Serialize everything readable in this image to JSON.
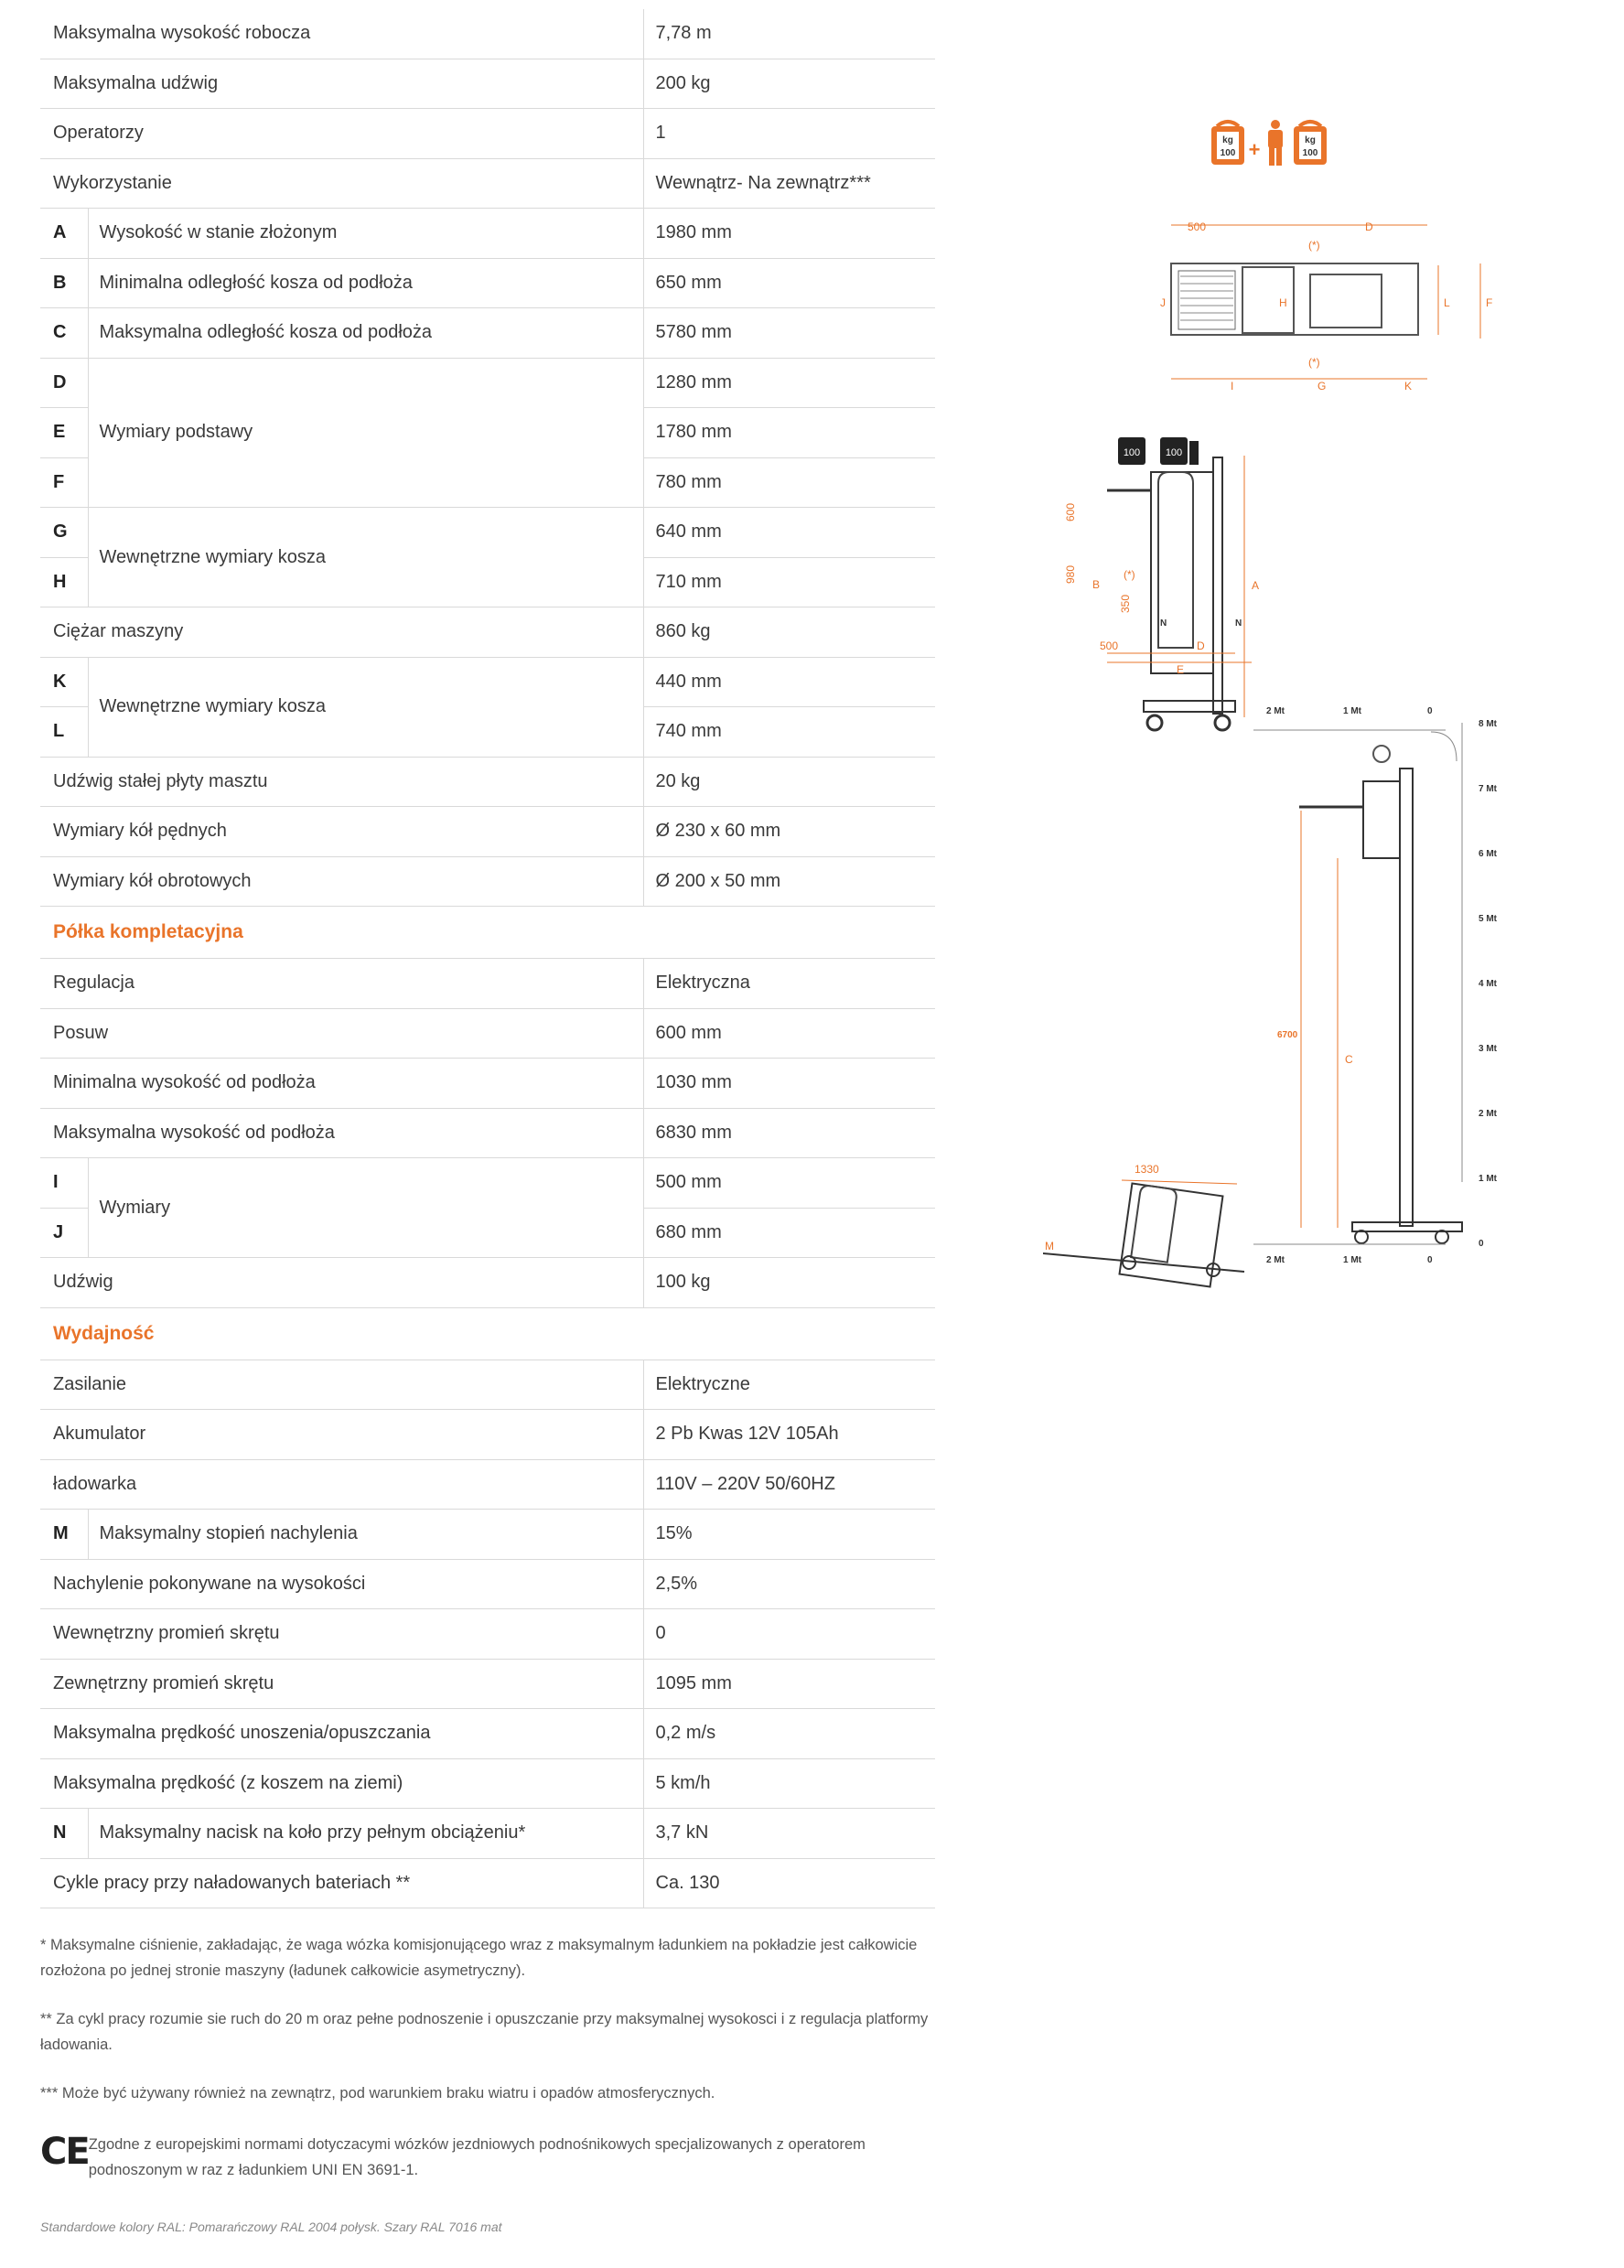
{
  "spec_rows": [
    {
      "label": "Maksymalna wysokość robocza",
      "value": "7,78 m"
    },
    {
      "label": "Maksymalna udźwig",
      "value": "200 kg"
    },
    {
      "label": "Operatorzy",
      "value": "1"
    },
    {
      "label": "Wykorzystanie",
      "value": "Wewnątrz- Na zewnątrz***"
    }
  ],
  "lettered": {
    "A": {
      "letter": "A",
      "label": "Wysokość w stanie złożonym",
      "value": "1980 mm"
    },
    "B": {
      "letter": "B",
      "label": "Minimalna odległość kosza od podłoża",
      "value": "650 mm"
    },
    "C": {
      "letter": "C",
      "label": "Maksymalna odległość kosza od podłoża",
      "value": "5780 mm"
    },
    "base": {
      "label": "Wymiary podstawy",
      "D": "D",
      "E": "E",
      "F": "F",
      "D_value": "1280 mm",
      "E_value": "1780 mm",
      "F_value": "780 mm"
    },
    "basket1": {
      "label": "Wewnętrzne wymiary kosza",
      "G": "G",
      "H": "H",
      "G_value": "640 mm",
      "H_value": "710 mm"
    },
    "weight": {
      "label": "Ciężar maszyny",
      "value": "860 kg"
    },
    "basket2": {
      "label": "Wewnętrzne wymiary kosza",
      "K": "K",
      "L": "L",
      "K_value": "440 mm",
      "L_value": "740 mm"
    },
    "mast": {
      "label": "Udźwig stałej płyty masztu",
      "value": "20 kg"
    },
    "drive_wheels": {
      "label": "Wymiary kół pędnych",
      "value": "Ø 230 x 60 mm"
    },
    "swivel_wheels": {
      "label": "Wymiary kół obrotowych",
      "value": "Ø 200 x 50 mm"
    }
  },
  "shelf": {
    "title": "Półka kompletacyjna",
    "regulation": {
      "label": "Regulacja",
      "value": "Elektryczna"
    },
    "travel": {
      "label": "Posuw",
      "value": "600 mm"
    },
    "min_height": {
      "label": "Minimalna wysokość od podłoża",
      "value": "1030 mm"
    },
    "max_height": {
      "label": "Maksymalna wysokość od podłoża",
      "value": "6830 mm"
    },
    "dims": {
      "label": "Wymiary",
      "I": "I",
      "J": "J",
      "I_value": "500 mm",
      "J_value": "680 mm"
    },
    "capacity": {
      "label": "Udźwig",
      "value": "100 kg"
    }
  },
  "performance": {
    "title": "Wydajność",
    "power": {
      "label": "Zasilanie",
      "value": "Elektryczne"
    },
    "battery": {
      "label": "Akumulator",
      "value": "2 Pb Kwas 12V 105Ah"
    },
    "charger": {
      "label": "ładowarka",
      "value": "110V – 220V 50/60HZ"
    },
    "slope": {
      "letter": "M",
      "label": "Maksymalny stopień nachylenia",
      "value": "15%"
    },
    "slope_height": {
      "label": "Nachylenie pokonywane na wysokości",
      "value": "2,5%"
    },
    "inner_radius": {
      "label": "Wewnętrzny promień skrętu",
      "value": "0"
    },
    "outer_radius": {
      "label": "Zewnętrzny promień skrętu",
      "value": "1095 mm"
    },
    "lift_speed": {
      "label": "Maksymalna prędkość unoszenia/opuszczania",
      "value": "0,2 m/s"
    },
    "drive_speed": {
      "label": "Maksymalna prędkość (z koszem na ziemi)",
      "value": "5 km/h"
    },
    "wheel_load": {
      "letter": "N",
      "label": "Maksymalny nacisk na koło przy pełnym obciążeniu*",
      "value": "3,7 kN"
    },
    "cycles": {
      "label": "Cykle pracy przy naładowanych bateriach **",
      "value": "Ca. 130"
    }
  },
  "notes": {
    "n1": "* Maksymalne ciśnienie, zakładając, że waga wózka komisjonującego wraz z maksymalnym ładunkiem na pokładzie jest całkowicie rozłożona po jednej stronie maszyny (ładunek całkowicie asymetryczny).",
    "n2": "** Za cykl pracy rozumie sie ruch do 20 m oraz pełne podnoszenie i opuszczanie przy maksymalnej wysokosci i z regulacja platformy ładowania.",
    "n3": "*** Może być używany również na zewnątrz, pod warunkiem braku wiatru i opadów atmosferycznych.",
    "ce_mark": "CE",
    "ce": "Zgodne z europejskimi normami dotyczacymi wózków jezdniowych podnośnikowych specjalizowanych z operatorem podnoszonym w raz z ładunkiem UNI EN 3691-1.",
    "footer": "Standardowe kolory RAL: Pomarańczowy RAL 2004 połysk. Szary RAL 7016 mat"
  },
  "diagram": {
    "accent": "#e9742a",
    "kg": "kg",
    "kg_value": "100",
    "plus": "+",
    "top_labels": {
      "w500": "500",
      "D": "D",
      "star": "(*)",
      "J": "J",
      "H": "H",
      "L": "L",
      "F": "F",
      "I": "I",
      "G": "G",
      "K": "K"
    },
    "side_labels": {
      "h600": "600",
      "h980": "980",
      "A": "A",
      "B": "B",
      "star": "(*)",
      "h350": "350",
      "w500": "500",
      "D": "D",
      "E": "E",
      "N": "N"
    },
    "reach_top": {
      "m2": "2 Mt",
      "m1": "1 Mt",
      "m0": "0"
    },
    "reach_right": [
      "8 Mt",
      "7 Mt",
      "6 Mt",
      "5 Mt",
      "4 Mt",
      "3 Mt",
      "2 Mt",
      "1 Mt",
      "0"
    ],
    "reach_labels": {
      "h6700": "6700",
      "C": "C",
      "w1330": "1330",
      "M": "M"
    }
  }
}
